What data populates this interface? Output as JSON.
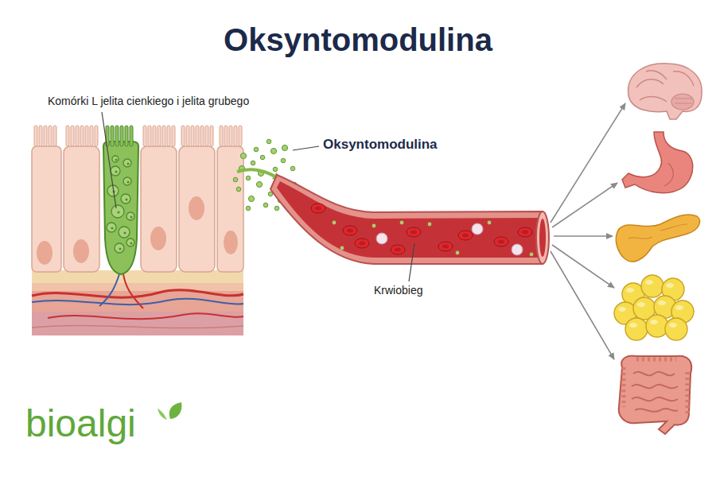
{
  "diagram": {
    "title": "Oksyntomodulina",
    "labels": [
      "Komórki L jelita cienkiego i jelita grubego",
      "Oksyntomodulina",
      "Krwiobieg",
      "bioalgi"
    ]
  }
}
